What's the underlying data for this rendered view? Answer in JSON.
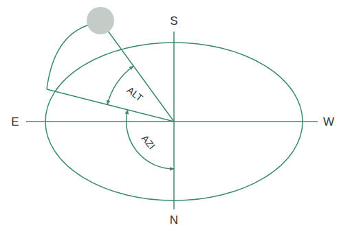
{
  "diagram": {
    "labels": [
      "S",
      "E",
      "W",
      "N",
      "ALT",
      "AZI"
    ]
  }
}
